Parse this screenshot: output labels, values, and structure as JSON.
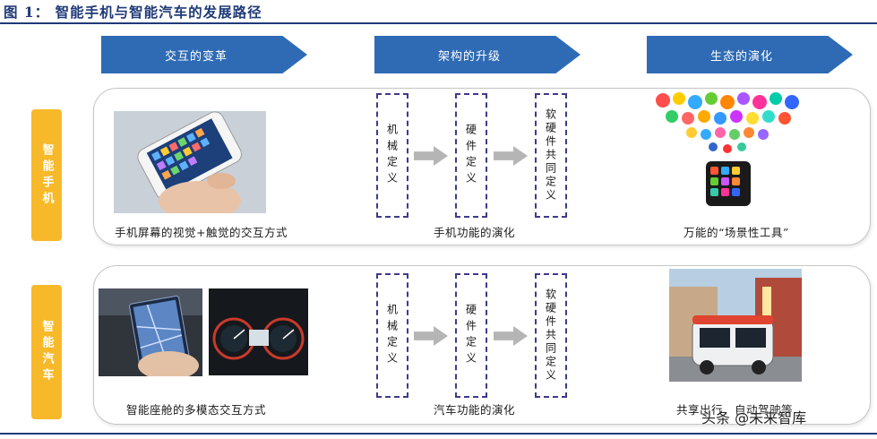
{
  "figure": {
    "title": "图 1： 智能手机与智能汽车的发展路径"
  },
  "headers": [
    "交互的变革",
    "架构的升级",
    "生态的演化"
  ],
  "rows": [
    {
      "tag": "智能手机",
      "interaction_caption": "手机屏幕的视觉+触觉的交互方式",
      "architecture": [
        "机械定义",
        "硬件定义",
        "软硬件共同定义"
      ],
      "architecture_caption": "手机功能的演化",
      "ecosystem_caption": "万能的“场景性工具”"
    },
    {
      "tag": "智能汽车",
      "interaction_caption": "智能座舱的多模态交互方式",
      "architecture": [
        "机械定义",
        "硬件定义",
        "软硬件共同定义"
      ],
      "architecture_caption": "汽车功能的演化",
      "ecosystem_caption": "共享出行、自动驾驶等"
    }
  ],
  "watermark": "头条 @未来智库",
  "colors": {
    "header_fill": "#2f6bb5",
    "tag_fill": "#f7b92a",
    "rule": "#1f3a78",
    "dash_box": "#3e3a8a"
  }
}
